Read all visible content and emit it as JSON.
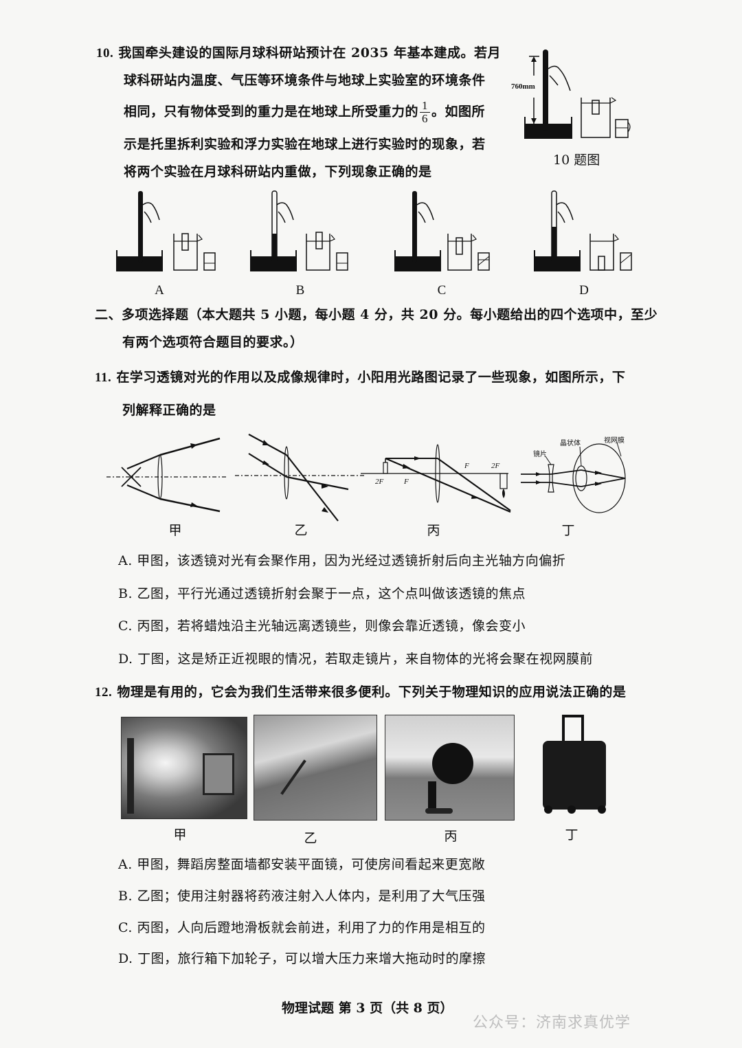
{
  "q10": {
    "number": "10.",
    "lines": [
      "我国牵头建设的国际月球科研站预计在 2035 年基本建成。若月",
      "球科研站内温度、气压等环境条件与地球上实验室的环境条件",
      "相同，只有物体受到的重力是在地球上所受重力的",
      "。如图所",
      "示是托里拆利实验和浮力实验在地球上进行实验时的现象，若",
      "将两个实验在月球科研站内重做，下列现象正确的是"
    ],
    "fraction": {
      "numerator": "1",
      "denominator": "6"
    },
    "figure": {
      "measure_label": "760mm",
      "caption": "10 题图"
    },
    "options": [
      "A",
      "B",
      "C",
      "D"
    ]
  },
  "section2": {
    "lines": [
      "二、多项选择题（本大题共 5 小题，每小题 4 分，共 20 分。每小题给出的四个选项中，至少",
      "有两个选项符合题目的要求。）"
    ]
  },
  "q11": {
    "number": "11.",
    "lines": [
      "在学习透镜对光的作用以及成像规律时，小阳用光路图记录了一些现象，如图所示，下",
      "列解释正确的是"
    ],
    "figure_labels": {
      "bing_2F_left": "2F",
      "bing_F_left": "F",
      "bing_F_right": "F",
      "bing_2F_right": "2F",
      "ding_lens": "镜片",
      "ding_crystalline": "晶状体",
      "ding_retina": "视网膜"
    },
    "captions": [
      "甲",
      "乙",
      "丙",
      "丁"
    ],
    "options": [
      "A. 甲图，该透镜对光有会聚作用，因为光经过透镜折射后向主光轴方向偏折",
      "B. 乙图，平行光通过透镜折射会聚于一点，这个点叫做该透镜的焦点",
      "C. 丙图，若将蜡烛沿主光轴远离透镜些，则像会靠近透镜，像会变小",
      "D. 丁图，这是矫正近视眼的情况，若取走镜片，来自物体的光将会聚在视网膜前"
    ]
  },
  "q12": {
    "number": "12.",
    "line": "物理是有用的，它会为我们生活带来很多便利。下列关于物理知识的应用说法正确的是",
    "captions": [
      "甲",
      "乙",
      "丙",
      "丁"
    ],
    "options": [
      "A. 甲图，舞蹈房整面墙都安装平面镜，可使房间看起来更宽敞",
      "B. 乙图；使用注射器将药液注射入人体内，是利用了大气压强",
      "C. 丙图，人向后蹬地滑板就会前进，利用了力的作用是相互的",
      "D. 丁图，旅行箱下加轮子，可以增大压力来增大拖动时的摩擦"
    ]
  },
  "footer": {
    "page_label": "物理试题  第 3 页（共 8 页）",
    "watermark": "公众号：济南求真优学"
  }
}
